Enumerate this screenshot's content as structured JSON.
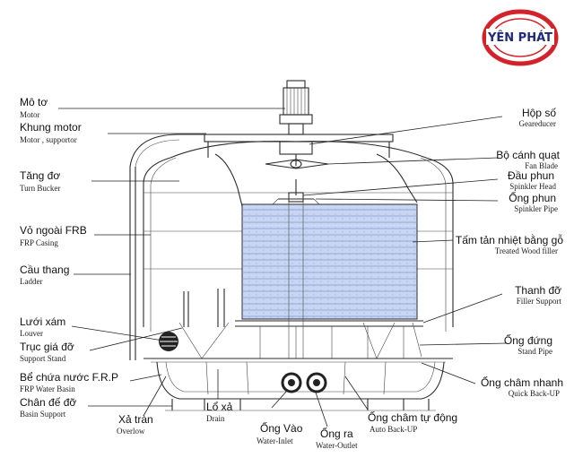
{
  "logo": {
    "text": "YÊN PHÁT",
    "ring_color": "#d2232a",
    "text_color": "#1f2a78"
  },
  "labels": {
    "left": [
      {
        "vi": "Mô tơ",
        "en": "Motor"
      },
      {
        "vi": "Khung motor",
        "en": "Motor , supportor"
      },
      {
        "vi": "Tăng đơ",
        "en": "Turn Bucker"
      },
      {
        "vi": "Vỏ ngoài FRB",
        "en": "FRP Casing"
      },
      {
        "vi": "Cầu thang",
        "en": "Ladder"
      },
      {
        "vi": "Lưới xám",
        "en": "Louver"
      },
      {
        "vi": "Trục giá đỡ",
        "en": "Support  Stand"
      },
      {
        "vi": "Bể chứa nước F.R.P",
        "en": "FRP Water Basin"
      },
      {
        "vi": "Chân đế đỡ",
        "en": "Basin Support"
      }
    ],
    "right": [
      {
        "vi": "Hộp số",
        "en": "Geareducer"
      },
      {
        "vi": "Bộ cánh quạt",
        "en": "Fan Blade"
      },
      {
        "vi": "Đầu phun",
        "en": "Spinkler Head"
      },
      {
        "vi": "Ống phun",
        "en": "Spinkler Pipe"
      },
      {
        "vi": "Tấm tản nhiệt bằng gỗ",
        "en": "Treated Wood filler"
      },
      {
        "vi": "Thanh đỡ",
        "en": "Filler Support"
      },
      {
        "vi": "Ống đứng",
        "en": "Stand Pipe"
      },
      {
        "vi": "Ống châm nhanh",
        "en": "Quick Back-UP"
      }
    ],
    "bottom": [
      {
        "vi": "Xả tràn",
        "en": "Overlow"
      },
      {
        "vi": "Lổ xả",
        "en": "Drain"
      },
      {
        "vi": "Ống Vào",
        "en": "Water-Inlet"
      },
      {
        "vi": "Ống ra",
        "en": "Water-Outlet"
      },
      {
        "vi": "Ống châm tự động",
        "en": "Auto Back-UP"
      }
    ]
  },
  "colors": {
    "filler_fill": "#c9d6f2",
    "filler_grid": "#7f9ad6",
    "line": "#222222"
  }
}
